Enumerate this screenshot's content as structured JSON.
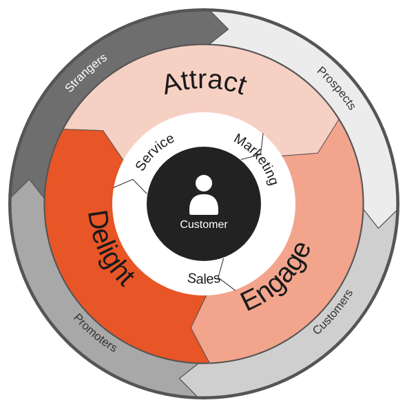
{
  "outer_ring": [
    {
      "label": "Strangers",
      "color": "#6e6e6e",
      "text_color": "#ffffff"
    },
    {
      "label": "Prospects",
      "color": "#ececec",
      "text_color": "#333333"
    },
    {
      "label": "Customers",
      "color": "#cfcfcf",
      "text_color": "#333333"
    },
    {
      "label": "Promoters",
      "color": "#a8a8a8",
      "text_color": "#333333"
    }
  ],
  "stages": [
    {
      "label": "Attract",
      "color": "#f7d0c4"
    },
    {
      "label": "Engage",
      "color": "#f2a58c"
    },
    {
      "label": "Delight",
      "color": "#e85526"
    }
  ],
  "teams": [
    {
      "label": "Marketing"
    },
    {
      "label": "Sales"
    },
    {
      "label": "Service"
    }
  ],
  "center": {
    "label": "Customer",
    "icon": "person-icon",
    "color": "#222222"
  }
}
